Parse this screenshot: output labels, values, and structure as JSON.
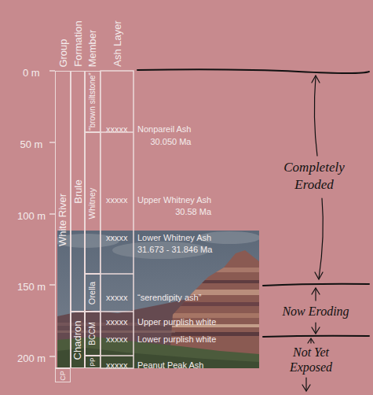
{
  "diagram": {
    "nodes": [
      {
        "text": [
          "White River"
        ]
      },
      {
        "text": [
          "Brule"
        ]
      },
      {
        "text": [
          "Chadron"
        ]
      },
      {
        "text": [
          "CP"
        ]
      },
      {
        "text": [
          "“brown siltstone”"
        ]
      },
      {
        "text": [
          "Whitney"
        ]
      },
      {
        "text": [
          "Orella"
        ]
      },
      {
        "text": [
          "BCCM"
        ]
      },
      {
        "text": [
          "PP"
        ]
      }
    ],
    "labels": [
      "Group",
      "Formation",
      "Member",
      "Ash Layer",
      "0 m",
      "50 m",
      "xxxxx",
      "Nonpareil Ash",
      "30.050 Ma",
      "Completely Eroded",
      "xxxxx",
      "Upper Whitney Ash",
      "30.58 Ma",
      "100 m",
      "xxxxx",
      "Lower Whitney Ash",
      "31.673 - 31.846 Ma",
      "150 m",
      "xxxxx",
      "“serendipity ash”",
      "Now Eroding",
      "xxxxx",
      "Upper purplish white",
      "xxxxx",
      "Lower purplish white",
      "200 m",
      "Not Yet Exposed",
      "xxxxx",
      "Peanut Peak Ash"
    ]
  }
}
